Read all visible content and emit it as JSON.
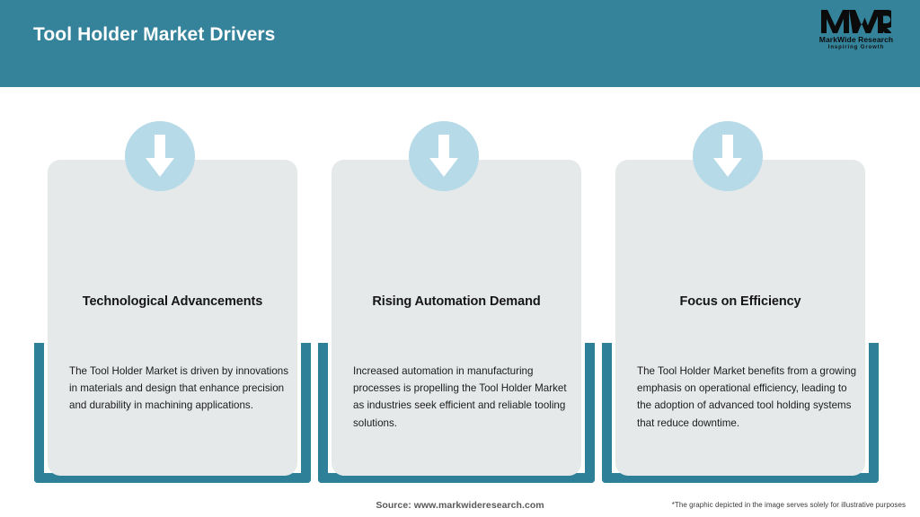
{
  "header": {
    "title": "Tool Holder Market Drivers",
    "bg_color": "#35839B",
    "logo": {
      "mark": "MWR",
      "name": "MarkWide Research",
      "tagline": "Inspiring Growth"
    }
  },
  "theme": {
    "teal": "#2E8099",
    "light_blue": "#B6DAE8",
    "card_gray": "#E6E9EA",
    "page_bg": "#FFFFFF"
  },
  "cards": [
    {
      "icon": "down-arrow-icon",
      "title": "Technological Advancements",
      "body": "The Tool Holder Market is driven by innovations in materials and design that enhance precision and durability in machining applications."
    },
    {
      "icon": "down-arrow-icon",
      "title": "Rising Automation Demand",
      "body": "Increased automation in manufacturing processes is propelling the Tool Holder Market as industries seek efficient and reliable tooling solutions."
    },
    {
      "icon": "down-arrow-icon",
      "title": "Focus on Efficiency",
      "body": "The Tool Holder Market benefits from a growing emphasis on operational efficiency, leading to the adoption of advanced tool holding systems that reduce downtime."
    }
  ],
  "footer": {
    "source": "Source: www.markwideresearch.com",
    "disclaimer": "*The graphic depicted in the image serves solely for illustrative purposes"
  }
}
